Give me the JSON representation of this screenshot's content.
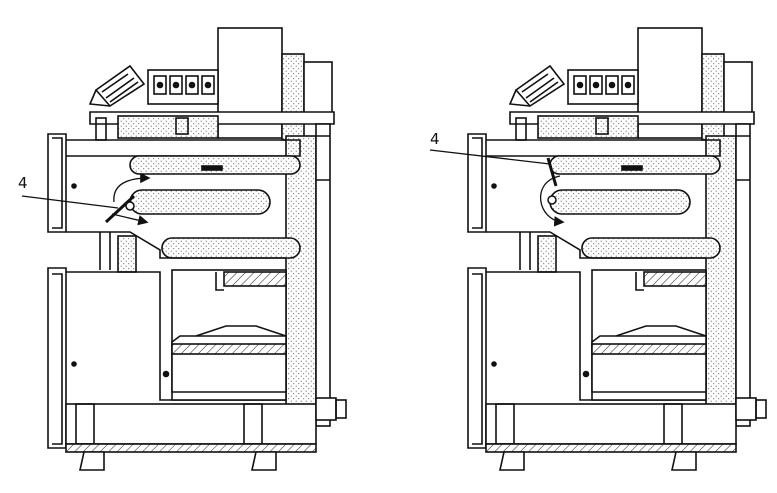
{
  "figure": {
    "panels": [
      {
        "id": "left",
        "callout": "4",
        "damper_state": "diagonal"
      },
      {
        "id": "right",
        "callout": "4",
        "damper_state": "raised"
      }
    ]
  }
}
